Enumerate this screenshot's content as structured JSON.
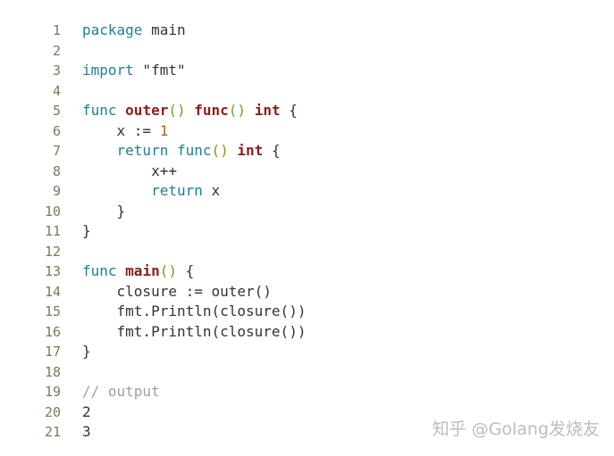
{
  "lines": [
    {
      "n": "1",
      "t": [
        {
          "k": "kw",
          "v": "package"
        },
        {
          "k": "",
          "v": " main"
        }
      ]
    },
    {
      "n": "2",
      "t": []
    },
    {
      "n": "3",
      "t": [
        {
          "k": "kw",
          "v": "import"
        },
        {
          "k": "",
          "v": " \"fmt\""
        }
      ]
    },
    {
      "n": "4",
      "t": []
    },
    {
      "n": "5",
      "t": [
        {
          "k": "kw",
          "v": "func"
        },
        {
          "k": "",
          "v": " "
        },
        {
          "k": "fn",
          "v": "outer"
        },
        {
          "k": "paren",
          "v": "()"
        },
        {
          "k": "",
          "v": " "
        },
        {
          "k": "fn",
          "v": "func"
        },
        {
          "k": "paren",
          "v": "()"
        },
        {
          "k": "",
          "v": " "
        },
        {
          "k": "fn",
          "v": "int"
        },
        {
          "k": "",
          "v": " {"
        }
      ]
    },
    {
      "n": "6",
      "t": [
        {
          "k": "",
          "v": "    x := "
        },
        {
          "k": "num",
          "v": "1"
        }
      ]
    },
    {
      "n": "7",
      "t": [
        {
          "k": "",
          "v": "    "
        },
        {
          "k": "kw",
          "v": "return"
        },
        {
          "k": "",
          "v": " "
        },
        {
          "k": "kw",
          "v": "func"
        },
        {
          "k": "paren",
          "v": "()"
        },
        {
          "k": "",
          "v": " "
        },
        {
          "k": "fn",
          "v": "int"
        },
        {
          "k": "",
          "v": " {"
        }
      ]
    },
    {
      "n": "8",
      "t": [
        {
          "k": "",
          "v": "        x++"
        }
      ]
    },
    {
      "n": "9",
      "t": [
        {
          "k": "",
          "v": "        "
        },
        {
          "k": "kw",
          "v": "return"
        },
        {
          "k": "",
          "v": " x"
        }
      ]
    },
    {
      "n": "10",
      "t": [
        {
          "k": "",
          "v": "    }"
        }
      ]
    },
    {
      "n": "11",
      "t": [
        {
          "k": "",
          "v": "}"
        }
      ]
    },
    {
      "n": "12",
      "t": []
    },
    {
      "n": "13",
      "t": [
        {
          "k": "kw",
          "v": "func"
        },
        {
          "k": "",
          "v": " "
        },
        {
          "k": "fn",
          "v": "main"
        },
        {
          "k": "paren",
          "v": "()"
        },
        {
          "k": "",
          "v": " {"
        }
      ]
    },
    {
      "n": "14",
      "t": [
        {
          "k": "",
          "v": "    closure := outer()"
        }
      ]
    },
    {
      "n": "15",
      "t": [
        {
          "k": "",
          "v": "    fmt.Println(closure())"
        }
      ]
    },
    {
      "n": "16",
      "t": [
        {
          "k": "",
          "v": "    fmt.Println(closure())"
        }
      ]
    },
    {
      "n": "17",
      "t": [
        {
          "k": "",
          "v": "}"
        }
      ]
    },
    {
      "n": "18",
      "t": []
    },
    {
      "n": "19",
      "t": [
        {
          "k": "cmt",
          "v": "// output"
        }
      ]
    },
    {
      "n": "20",
      "t": [
        {
          "k": "",
          "v": "2"
        }
      ]
    },
    {
      "n": "21",
      "t": [
        {
          "k": "",
          "v": "3"
        }
      ]
    }
  ],
  "watermark": "知乎 @Golang发烧友"
}
